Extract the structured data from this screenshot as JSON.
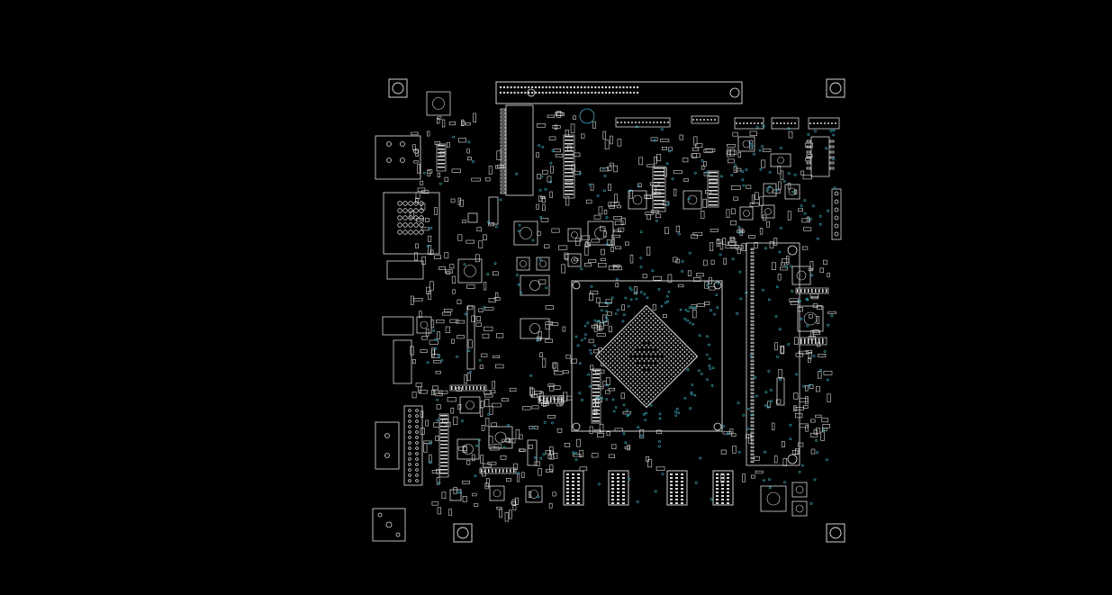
{
  "viewer": {
    "background": "#000000"
  },
  "board": {
    "outline_color": "#e6e6e6",
    "silkscreen_color": "#d9d9d9",
    "via_color": "#1fb3c4",
    "main_processor": {
      "package": "BGA",
      "rotation_deg": 45
    },
    "memory_chips": 4,
    "mounting_holes": 4
  }
}
